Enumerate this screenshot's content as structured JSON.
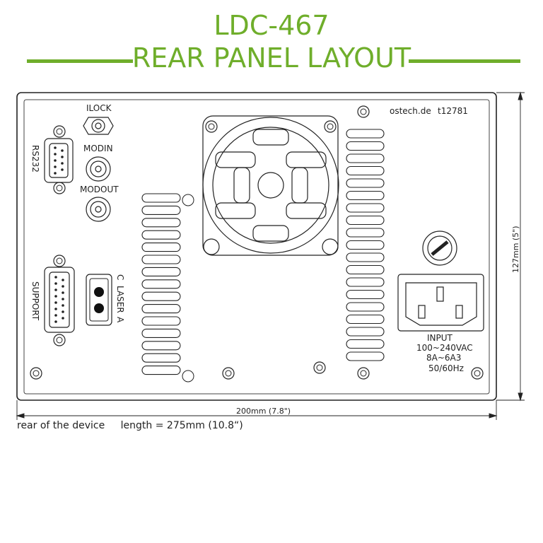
{
  "header": {
    "model": "LDC-467",
    "subtitle": "REAR PANEL LAYOUT",
    "accent_color": "#6fae2b"
  },
  "panel": {
    "brand": "ostech.de",
    "code": "t12781",
    "connectors": {
      "ilock": "ILOCK",
      "modin": "MODIN",
      "modout": "MODOUT",
      "rs232": "RS232",
      "support": "SUPPORT",
      "laser": "LASER",
      "laser_c": "C",
      "laser_a": "A"
    },
    "input": {
      "label": "INPUT",
      "voltage": "100~240VAC",
      "current": "8A~6A3",
      "frequency": "50/60Hz"
    }
  },
  "dimensions": {
    "width": "200mm (7.8\")",
    "height": "127mm (5\")"
  },
  "caption": {
    "left": "rear of the device",
    "right": "length = 275mm (10.8“)"
  }
}
